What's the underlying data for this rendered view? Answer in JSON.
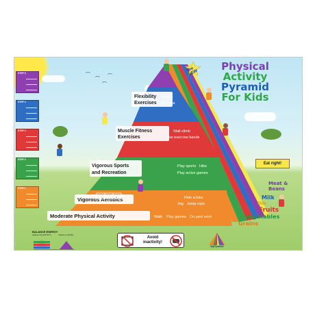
{
  "title": {
    "badge": "The NEW",
    "line1": "Physical",
    "line2": "Activity",
    "line3": "Pyramid",
    "line4": "For Kids",
    "colors": [
      "#7a3fb5",
      "#2fa54a",
      "#1b5fb8",
      "#2fa54a"
    ]
  },
  "tiers": [
    {
      "label1": "Flexibility",
      "label2": "Exercises",
      "activity1": "Stretch",
      "activity2": "Do yoga",
      "color": "#8f3fb0"
    },
    {
      "label1": "Muscle Fitness",
      "label2": "Exercises",
      "activity1": "Wall climb",
      "activity2": "Use exercise bands",
      "color": "#2f6ec2"
    },
    {
      "label1": "Vigorous Sports",
      "label2": "and Recreation",
      "activity1": "Play sports",
      "activity2": "Hike",
      "activity3": "Play active games",
      "color": "#e0393a"
    },
    {
      "label1": "Vigorous Aerobics",
      "activity1": "Ride a bike",
      "activity2": "Jog",
      "activity3": "Jump rope",
      "color": "#3aa24a"
    },
    {
      "label1": "Moderate Physical Activity",
      "activity1": "Walk",
      "activity2": "Play games",
      "activity3": "Do yard work",
      "color": "#f08a2c"
    }
  ],
  "steps": [
    {
      "number": "STEP 5",
      "color": "#8f3fb0"
    },
    {
      "number": "STEP 4",
      "color": "#2f6ec2"
    },
    {
      "number": "STEP 3",
      "color": "#e0393a"
    },
    {
      "number": "STEP 2",
      "color": "#3aa24a"
    },
    {
      "number": "STEP 1",
      "color": "#f08a2c"
    }
  ],
  "eat_right": "Eat right!",
  "food_groups": [
    "Meat & Beans",
    "Milk",
    "Oils",
    "Fruits",
    "Vegetables",
    "Grains"
  ],
  "balance": {
    "title": "BALANCE ENERGY",
    "left_caption": "Calories out (ACTIVITY)",
    "right_caption": "Calories in (FOOD)"
  },
  "avoid": "Avoid inactivity!",
  "mypyramid": "MyPyramid",
  "stripe_colors": [
    "#f08a2c",
    "#3aa24a",
    "#e0393a",
    "#2f6ec2",
    "#8f3fb0",
    "#f6e84c"
  ]
}
